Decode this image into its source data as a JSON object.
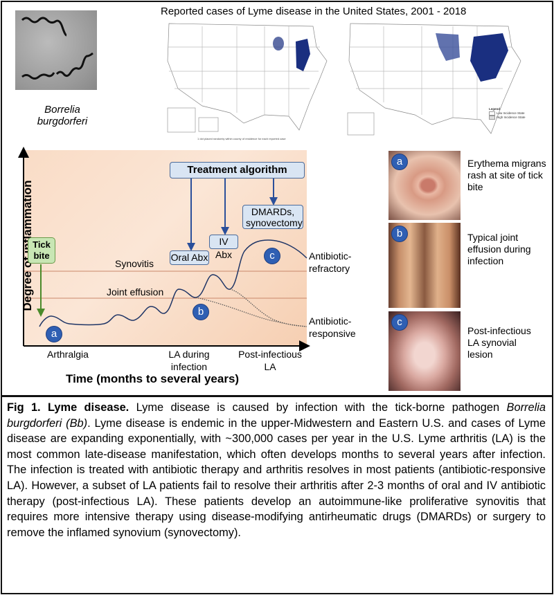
{
  "bacteria": {
    "caption": "Borrelia burgdorferi"
  },
  "maps": {
    "title": "Reported cases of Lyme disease in the United States, 2001 - 2018",
    "note": "1 dot placed randomly within county of residence for each reported case",
    "legend": {
      "title": "Legend",
      "items": [
        "Low Incidence State",
        "High Incidence State"
      ]
    },
    "case_color": "#1a2f80"
  },
  "diagram": {
    "y_axis_label": "Degree of inflammation",
    "x_axis_label": "Time (months to several years)",
    "tick_bite": "Tick bite",
    "treatment_title": "Treatment algorithm",
    "treatments": [
      "Oral Abx",
      "IV Abx",
      "DMARDs, synovectomy"
    ],
    "thresholds": [
      "Synovitis",
      "Joint effusion"
    ],
    "stages": [
      "Arthralgia",
      "LA during infection",
      "Post-infectious LA"
    ],
    "outcomes": [
      "Antibiotic-refractory",
      "Antibiotic-responsive"
    ],
    "markers": [
      "a",
      "b",
      "c"
    ]
  },
  "photos": [
    {
      "marker": "a",
      "label": "Erythema migrans rash at site of tick bite"
    },
    {
      "marker": "b",
      "label": "Typical joint effusion during infection"
    },
    {
      "marker": "c",
      "label": "Post-infectious LA synovial lesion"
    }
  ],
  "caption": {
    "title": "Fig 1. Lyme disease.",
    "t1": " Lyme disease is caused by infection with the tick-borne pathogen ",
    "italic": "Borrelia burgdorferi (Bb)",
    "t2": ". Lyme disease is endemic in the upper-Midwestern and Eastern U.S. and cases of Lyme disease are expanding exponentially, with ~300,000 cases per year in the U.S. Lyme arthritis (LA) is the most common late-disease manifestation, which often develops months to several years after infection. The infection is treated with antibiotic therapy and arthritis resolves in most patients (antibiotic-responsive LA). However, a subset of LA patients fail to resolve their arthritis after 2-3 months of oral and IV antibiotic therapy (post-infectious LA). These patients develop an autoimmune-like proliferative synovitis that requires more intensive therapy using disease-modifying antirheumatic drugs (DMARDs) or surgery to remove the inflamed synovium (synovectomy)."
  }
}
